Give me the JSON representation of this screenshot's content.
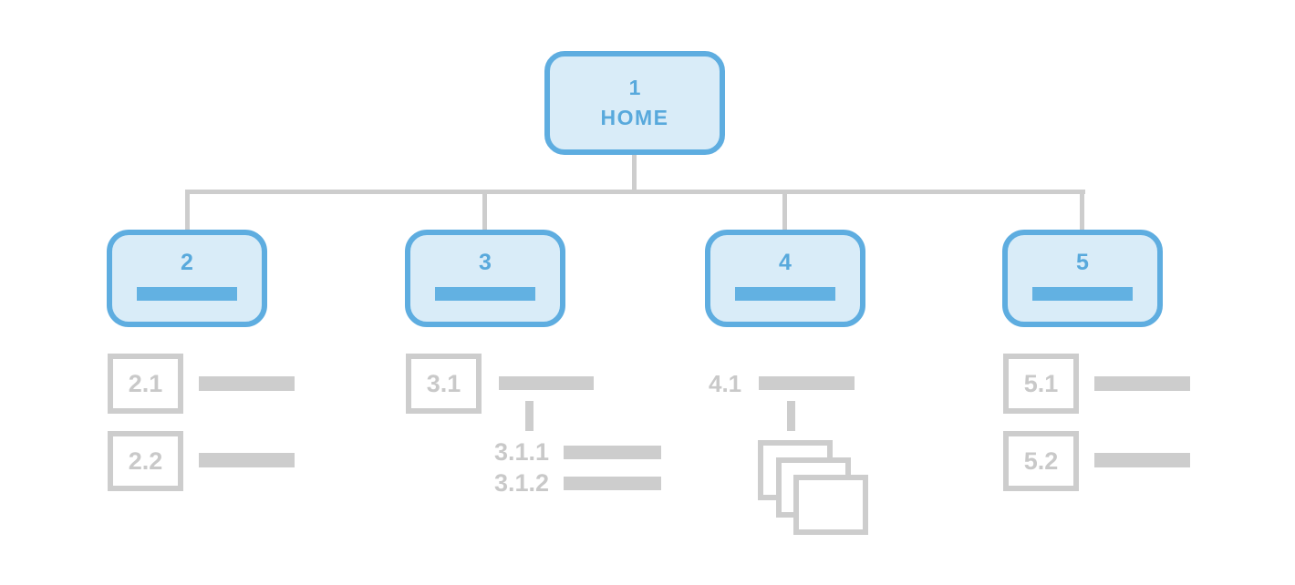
{
  "diagram": {
    "type": "sitemap-flowchart",
    "colors": {
      "background": "#ffffff",
      "node_border": "#5eade0",
      "node_fill": "#d9ecf8",
      "node_text": "#58a9dc",
      "accent_bar": "#62b1e2",
      "muted": "#cdcdcd",
      "muted_text": "#c9c9c9"
    },
    "root": {
      "number": "1",
      "label": "HOME"
    },
    "branches": [
      {
        "number": "2",
        "items": [
          {
            "label": "2.1",
            "kind": "boxed-page"
          },
          {
            "label": "2.2",
            "kind": "boxed-page"
          }
        ]
      },
      {
        "number": "3",
        "items": [
          {
            "label": "3.1",
            "kind": "boxed-page"
          },
          {
            "label": "3.1.1",
            "kind": "text-page"
          },
          {
            "label": "3.1.2",
            "kind": "text-page"
          }
        ]
      },
      {
        "number": "4",
        "items": [
          {
            "label": "4.1",
            "kind": "text-page"
          },
          {
            "icon": "stacked-pages",
            "kind": "page-group"
          }
        ]
      },
      {
        "number": "5",
        "items": [
          {
            "label": "5.1",
            "kind": "boxed-page"
          },
          {
            "label": "5.2",
            "kind": "boxed-page"
          }
        ]
      }
    ]
  }
}
